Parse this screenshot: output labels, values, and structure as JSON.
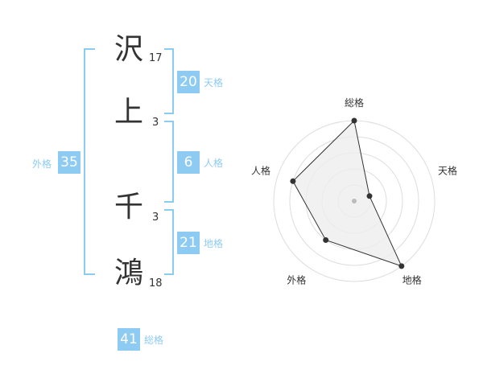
{
  "name": {
    "chars": [
      {
        "char": "沢",
        "strokes": "17"
      },
      {
        "char": "上",
        "strokes": "3"
      },
      {
        "char": "千",
        "strokes": "3"
      },
      {
        "char": "鴻",
        "strokes": "18"
      }
    ]
  },
  "fortunes": {
    "tenkaku": {
      "value": "20",
      "label": "天格"
    },
    "jinkaku": {
      "value": "6",
      "label": "人格"
    },
    "chikaku": {
      "value": "21",
      "label": "地格"
    },
    "gaikaku": {
      "value": "35",
      "label": "外格"
    },
    "soukaku": {
      "value": "41",
      "label": "総格"
    }
  },
  "chart_data": {
    "type": "radar",
    "axes": [
      "総格",
      "天格",
      "地格",
      "外格",
      "人格"
    ],
    "values": [
      5,
      1,
      5,
      3,
      4
    ],
    "max": 5,
    "rings": 5,
    "colors": {
      "fill": "#eeeeee",
      "line": "#333333",
      "ring": "#dddddd",
      "center": "#bbbbbb"
    }
  }
}
